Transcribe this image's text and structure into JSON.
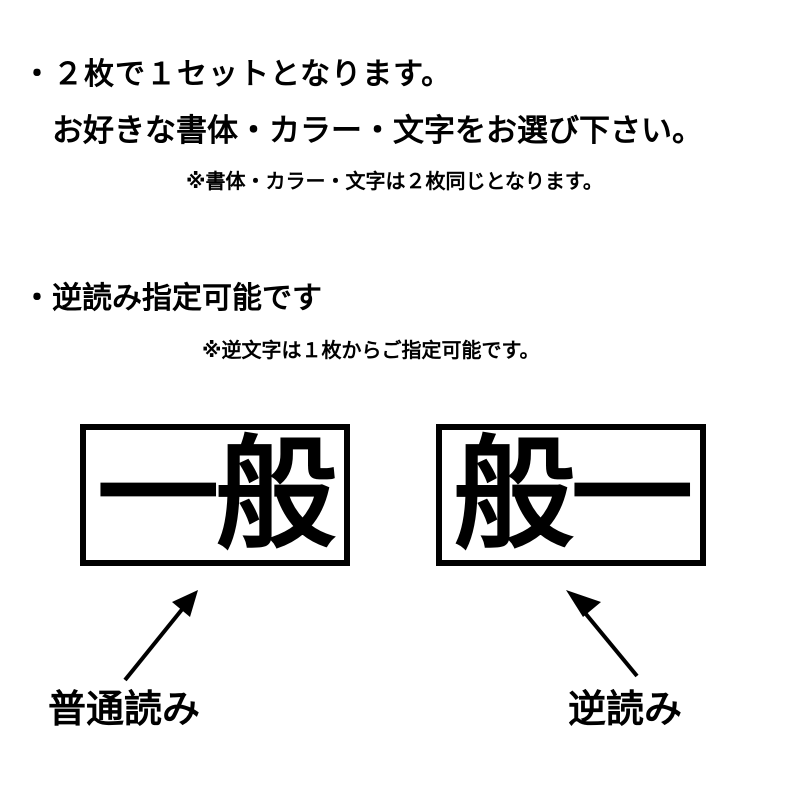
{
  "lines": {
    "set_info": "・２枚で１セットとなります。",
    "choose": "お好きな書体・カラー・文字をお選び下さい。",
    "same_note": "※書体・カラー・文字は２枚同じとなります。",
    "reverse_heading": "・逆読み指定可能です",
    "reverse_note": "※逆文字は１枚からご指定可能です。"
  },
  "plates": {
    "normal_text": "一般",
    "reverse_text": "般一"
  },
  "labels": {
    "normal": "普通読み",
    "reverse": "逆読み"
  },
  "icons": {
    "left_arrow": "arrow-up-right-icon",
    "right_arrow": "arrow-up-left-icon"
  },
  "colors": {
    "text": "#000000",
    "background": "#ffffff"
  }
}
